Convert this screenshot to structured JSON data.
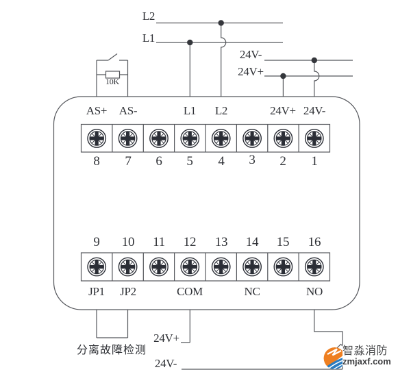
{
  "colors": {
    "wire": "#55575c",
    "text": "#2f3136",
    "screw": "#2b2e36",
    "logo_orange": "#ee7f21",
    "logo_blue": "#2a7cc0",
    "logo_text": "#4a4b4d"
  },
  "top_circuit": {
    "l2_label": "L2",
    "l1_label": "L1",
    "v_minus_label": "24V-",
    "v_plus_label": "24V+",
    "resistor_value": "10K"
  },
  "terminal_block": {
    "top_labels": [
      "AS+",
      "AS-",
      "",
      "L1",
      "L2",
      "",
      "24V+",
      "24V-"
    ],
    "top_numbers": [
      "8",
      "7",
      "6",
      "5",
      "4",
      "3",
      "2",
      "1"
    ],
    "bottom_numbers": [
      "9",
      "10",
      "11",
      "12",
      "13",
      "14",
      "15",
      "16"
    ],
    "bottom_labels": [
      "JP1",
      "JP2",
      "",
      "COM",
      "",
      "NC",
      "",
      "NO"
    ]
  },
  "bottom_circuit": {
    "fault_detect_label": "分离故障检测",
    "v_plus_label": "24V+",
    "v_minus_label": "24V-"
  },
  "watermark": {
    "brand": "智淼消防",
    "domain": "zmjaxf.com"
  }
}
